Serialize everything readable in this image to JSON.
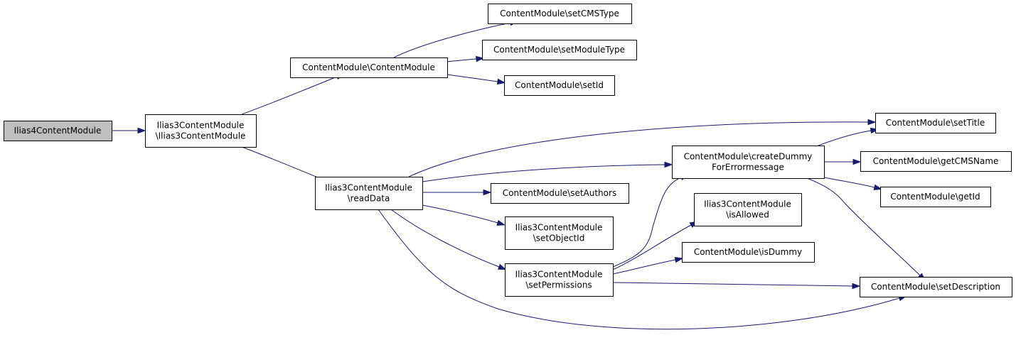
{
  "graph": {
    "edge_color": "#191970",
    "root_fill": "#bfbfbf",
    "nodes": [
      {
        "id": "root",
        "lines": [
          "Ilias4ContentModule"
        ],
        "root": true
      },
      {
        "id": "i3cm",
        "lines": [
          "Ilias3ContentModule",
          "\\Ilias3ContentModule"
        ]
      },
      {
        "id": "cmcm",
        "lines": [
          "ContentModule\\ContentModule"
        ]
      },
      {
        "id": "setCMSType",
        "lines": [
          "ContentModule\\setCMSType"
        ]
      },
      {
        "id": "setModuleType",
        "lines": [
          "ContentModule\\setModuleType"
        ]
      },
      {
        "id": "setId",
        "lines": [
          "ContentModule\\setId"
        ]
      },
      {
        "id": "readData",
        "lines": [
          "Ilias3ContentModule",
          "\\readData"
        ]
      },
      {
        "id": "setTitle",
        "lines": [
          "ContentModule\\setTitle"
        ]
      },
      {
        "id": "createDummy",
        "lines": [
          "ContentModule\\createDummy",
          "ForErrormessage"
        ]
      },
      {
        "id": "getCMSName",
        "lines": [
          "ContentModule\\getCMSName"
        ]
      },
      {
        "id": "getId",
        "lines": [
          "ContentModule\\getId"
        ]
      },
      {
        "id": "setAuthors",
        "lines": [
          "ContentModule\\setAuthors"
        ]
      },
      {
        "id": "isAllowed",
        "lines": [
          "Ilias3ContentModule",
          "\\isAllowed"
        ]
      },
      {
        "id": "setObjectId",
        "lines": [
          "Ilias3ContentModule",
          "\\setObjectId"
        ]
      },
      {
        "id": "isDummy",
        "lines": [
          "ContentModule\\isDummy"
        ]
      },
      {
        "id": "setPermissions",
        "lines": [
          "Ilias3ContentModule",
          "\\setPermissions"
        ]
      },
      {
        "id": "setDescription",
        "lines": [
          "ContentModule\\setDescription"
        ]
      }
    ],
    "edges": [
      {
        "from": "root",
        "to": "i3cm"
      },
      {
        "from": "i3cm",
        "to": "cmcm"
      },
      {
        "from": "i3cm",
        "to": "readData"
      },
      {
        "from": "cmcm",
        "to": "setCMSType"
      },
      {
        "from": "cmcm",
        "to": "setModuleType"
      },
      {
        "from": "cmcm",
        "to": "setId"
      },
      {
        "from": "readData",
        "to": "setTitle"
      },
      {
        "from": "readData",
        "to": "createDummy"
      },
      {
        "from": "readData",
        "to": "setAuthors"
      },
      {
        "from": "readData",
        "to": "setObjectId"
      },
      {
        "from": "readData",
        "to": "setPermissions"
      },
      {
        "from": "readData",
        "to": "setDescription"
      },
      {
        "from": "createDummy",
        "to": "setTitle"
      },
      {
        "from": "createDummy",
        "to": "getCMSName"
      },
      {
        "from": "createDummy",
        "to": "getId"
      },
      {
        "from": "createDummy",
        "to": "setDescription"
      },
      {
        "from": "setPermissions",
        "to": "createDummy"
      },
      {
        "from": "setPermissions",
        "to": "isAllowed"
      },
      {
        "from": "setPermissions",
        "to": "isDummy"
      },
      {
        "from": "setPermissions",
        "to": "setDescription"
      }
    ]
  }
}
